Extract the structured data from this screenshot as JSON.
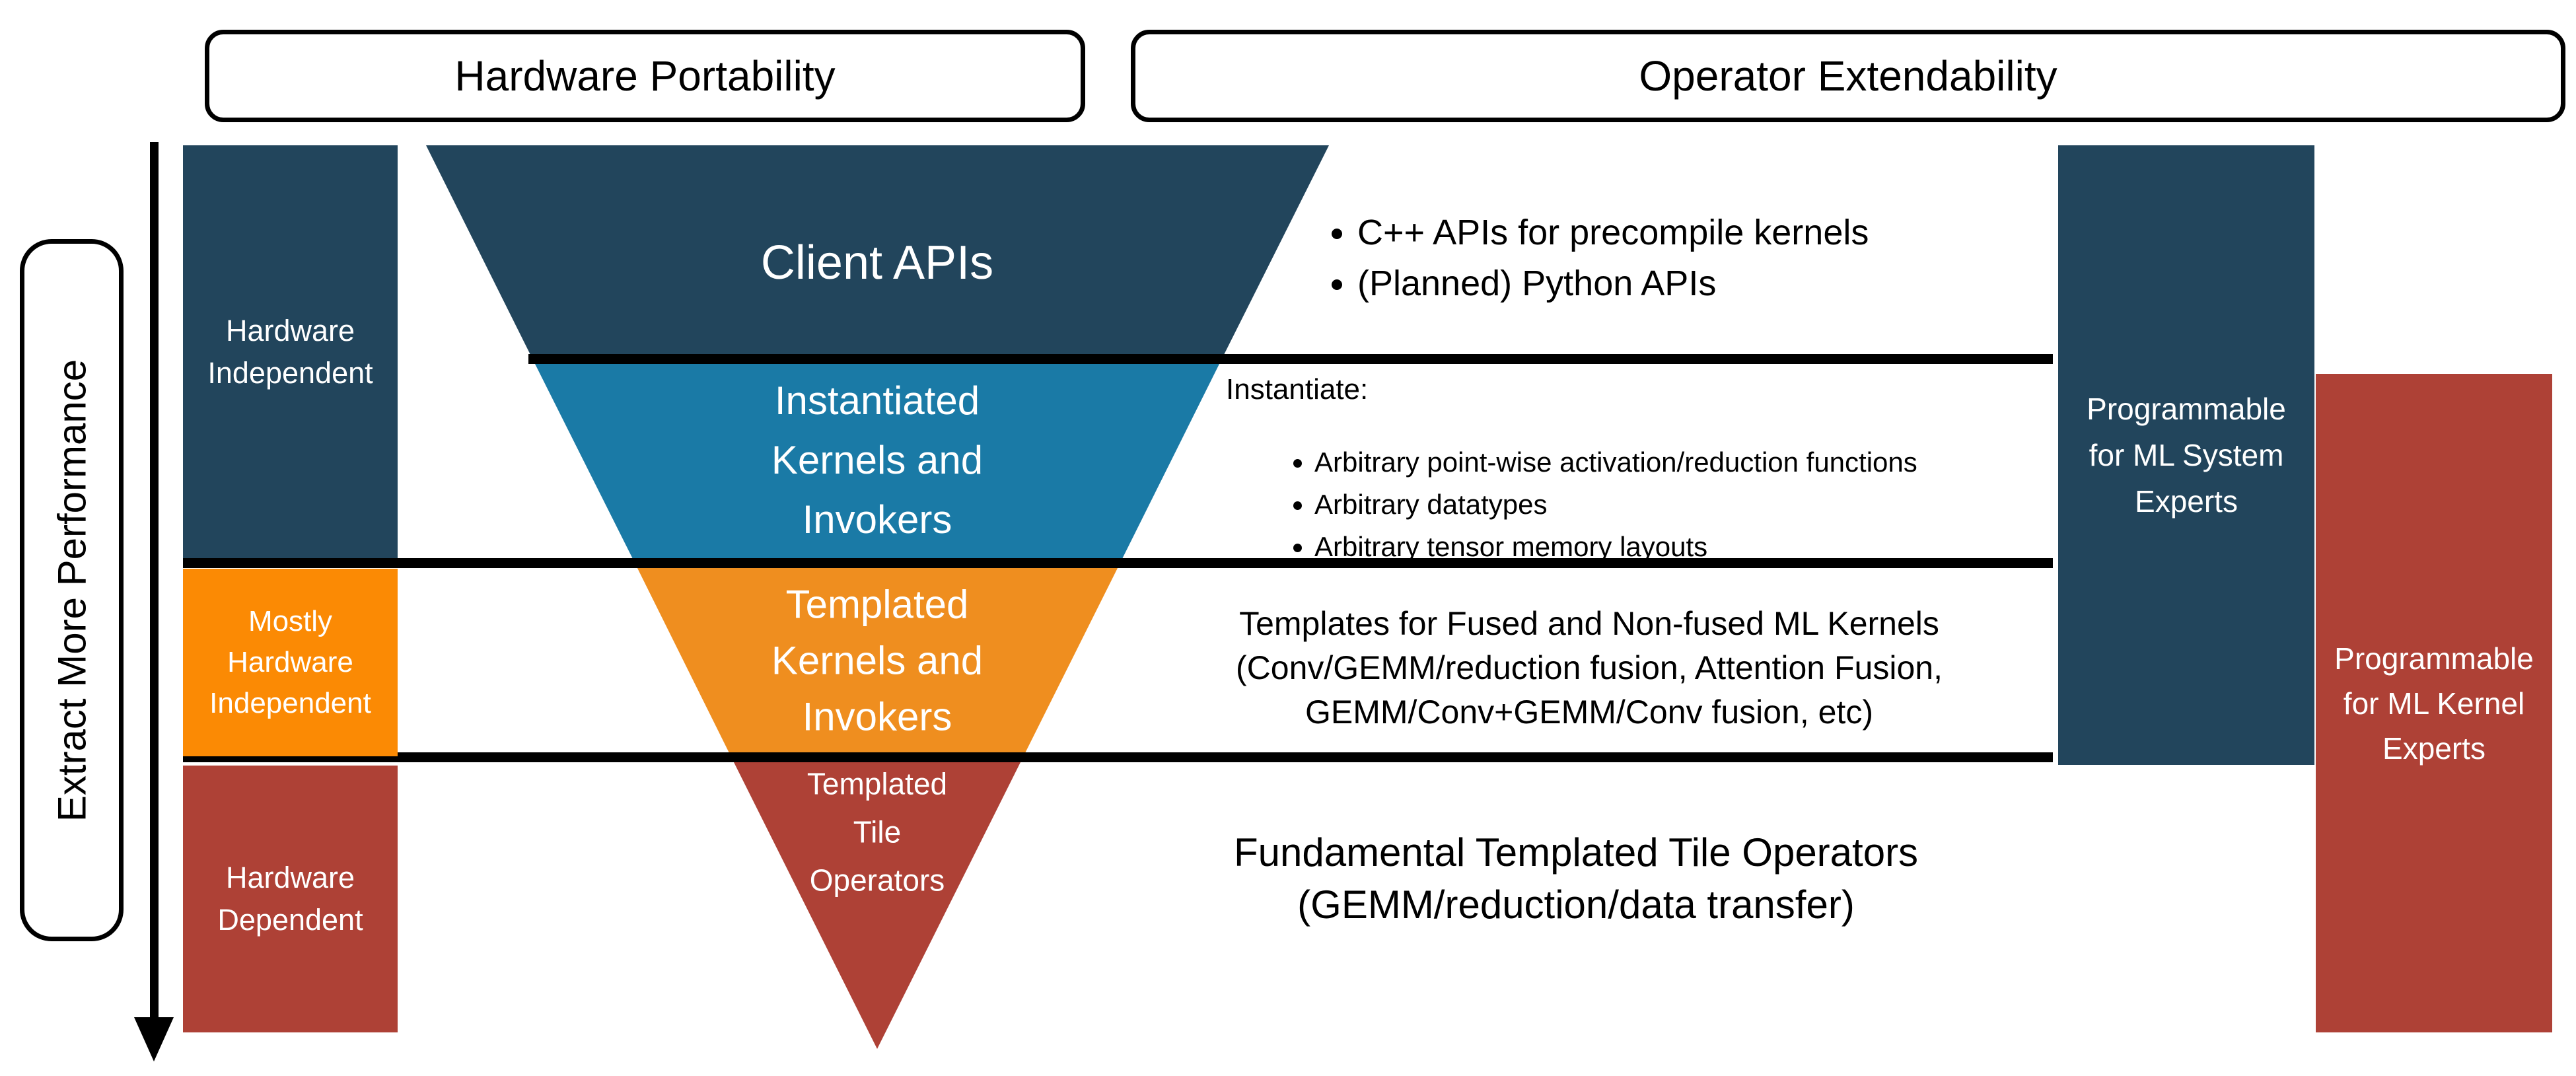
{
  "headers": {
    "hardware_portability": "Hardware Portability",
    "operator_extendability": "Operator Extendability"
  },
  "performance_axis": {
    "label": "Extract More Performance"
  },
  "left_column": {
    "items": [
      {
        "label": "Hardware\nIndependent",
        "color_key": "navy"
      },
      {
        "label": "Mostly\nHardware\nIndependent",
        "color_key": "bright_orange"
      },
      {
        "label": "Hardware\nDependent",
        "color_key": "brick_red"
      }
    ]
  },
  "funnel": {
    "layers": [
      {
        "label": "Client APIs",
        "color_key": "navy"
      },
      {
        "label": "Instantiated\nKernels and\nInvokers",
        "color_key": "teal"
      },
      {
        "label": "Templated\nKernels and\nInvokers",
        "color_key": "orange"
      },
      {
        "label": "Templated\nTile\nOperators",
        "color_key": "brick_red"
      }
    ]
  },
  "annotations": {
    "client_api_bullets": [
      "C++ APIs for precompile kernels",
      "(Planned) Python APIs"
    ],
    "instantiate_heading": "Instantiate:",
    "instantiate_bullets": [
      "Arbitrary point-wise activation/reduction functions",
      "Arbitrary datatypes",
      "Arbitrary tensor memory layouts"
    ],
    "templates_text": "Templates for Fused and Non-fused ML Kernels\n(Conv/GEMM/reduction fusion, Attention Fusion,\nGEMM/Conv+GEMM/Conv fusion, etc)",
    "fundamental_text": "Fundamental Templated Tile Operators\n(GEMM/reduction/data transfer)"
  },
  "right_column": {
    "items": [
      {
        "label": "Programmable\nfor ML System\nExperts",
        "color_key": "navy"
      },
      {
        "label": "Programmable\nfor ML Kernel\nExperts",
        "color_key": "brick_red"
      }
    ]
  },
  "colors": {
    "navy": "#22455C",
    "teal": "#1A7AA6",
    "orange": "#EF8E1F",
    "bright_orange": "#FB8A04",
    "brick_red": "#AE4136",
    "line_black": "#000000",
    "background": "#FFFFFF",
    "text_light": "#FFFFFF",
    "text_dark": "#000000"
  }
}
